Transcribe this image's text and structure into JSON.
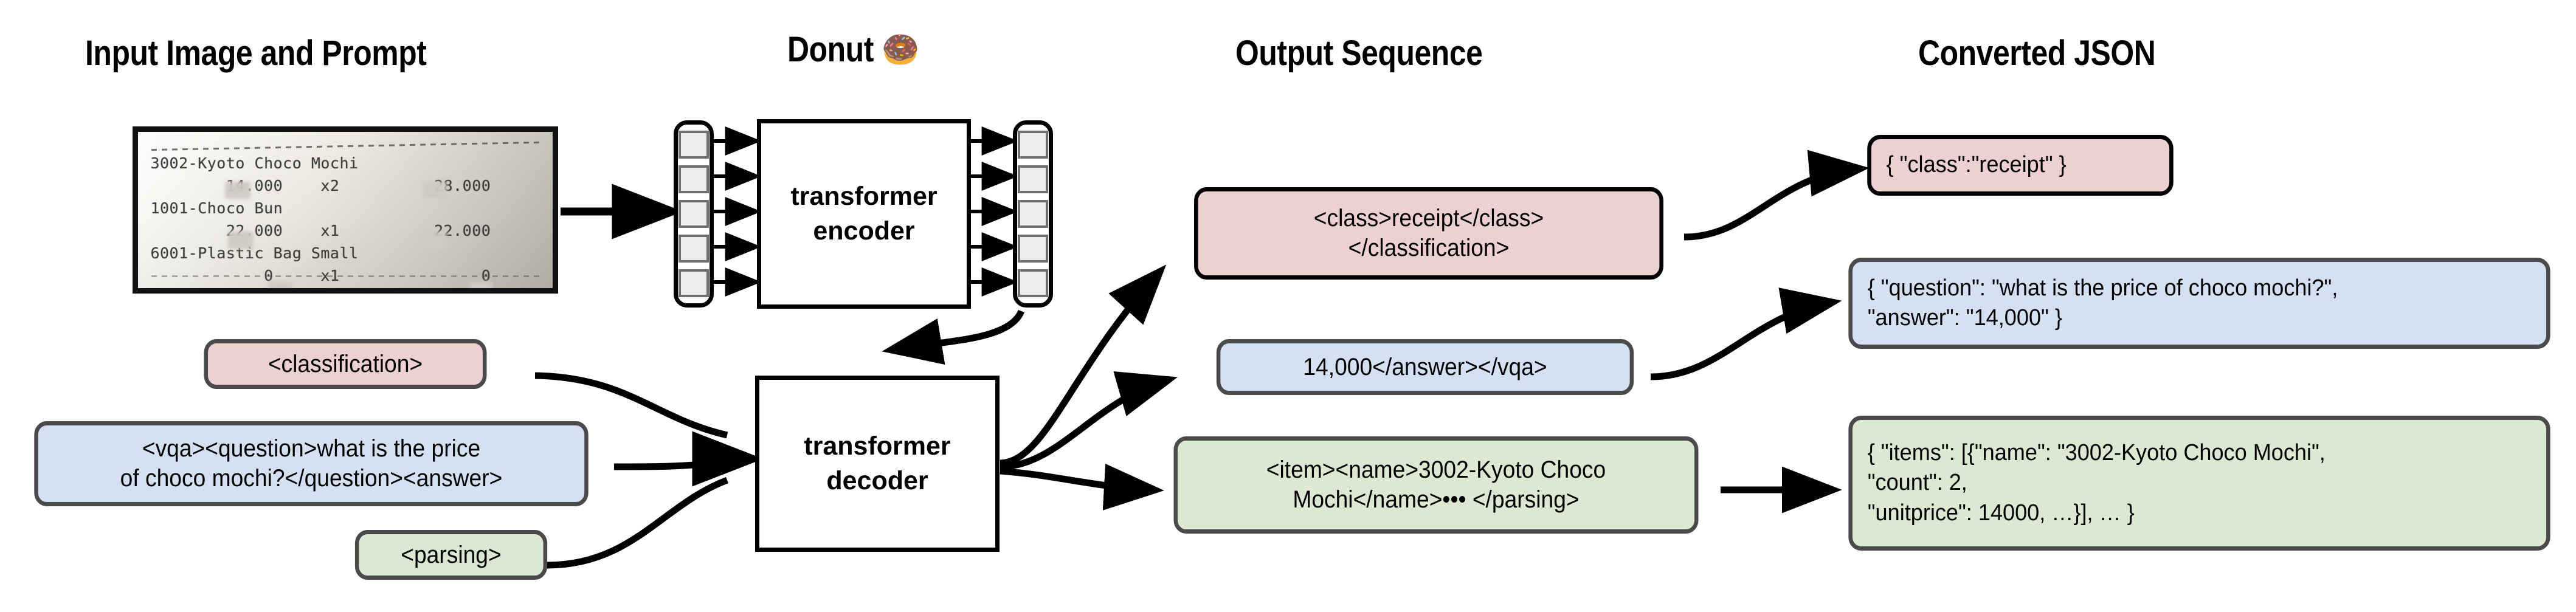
{
  "columns": [
    {
      "title": "Input Image and Prompt"
    },
    {
      "title": "Donut 🍩"
    },
    {
      "title": "Output Sequence"
    },
    {
      "title": "Converted JSON"
    }
  ],
  "receipt": {
    "alt": "photo of a thermal printed receipt",
    "lines": [
      "3002-Kyoto Choco Mochi",
      "        14.000    x2          28.000",
      "1001-Choco Bun",
      "        22.000    x1          22.000",
      "6001-Plastic Bag Small",
      "            0     x1               0"
    ],
    "items": [
      {
        "name": "3002-Kyoto Choco Mochi",
        "unitprice": "14.000",
        "count": "x2",
        "price": "28.000"
      },
      {
        "name": "1001-Choco Bun",
        "unitprice": "22.000",
        "count": "x1",
        "price": "22.000"
      },
      {
        "name": "6001-Plastic Bag Small",
        "unitprice": "0",
        "count": "x1",
        "price": "0"
      }
    ]
  },
  "model": {
    "encoder_label": "transformer\nencoder",
    "decoder_label": "transformer\ndecoder",
    "encoder_input_tokens": 5,
    "encoder_output_tokens": 5
  },
  "prompts": [
    {
      "id": "classification",
      "text": "<classification>",
      "color": "#edd0d1"
    },
    {
      "id": "vqa",
      "text": "<vqa><question>what is the price\nof choco mochi?</question><answer>",
      "color": "#d5e1f2"
    },
    {
      "id": "parsing",
      "text": "<parsing>",
      "color": "#dde8d2"
    }
  ],
  "outputs": [
    {
      "id": "classification",
      "text": "<class>receipt</class>\n</classification>",
      "color": "#edd0d1"
    },
    {
      "id": "vqa",
      "text": "14,000</answer></vqa>",
      "color": "#d5e1f2"
    },
    {
      "id": "parsing",
      "text": "<item><name>3002-Kyoto Choco\nMochi</name>••• </parsing>",
      "color": "#dde8d2"
    }
  ],
  "json_results": [
    {
      "id": "classification",
      "text": "{ \"class\":\"receipt\" }",
      "color": "#edd0d1"
    },
    {
      "id": "vqa",
      "text": "{ \"question\": \"what is the price of choco mochi?\",\n   \"answer\": \"14,000\" }",
      "color": "#d5e1f2"
    },
    {
      "id": "parsing",
      "text": "{ \"items\": [{\"name\": \"3002-Kyoto Choco Mochi\",\n      \"count\": 2,\n      \"unitprice\": 14000, …}], … }",
      "color": "#dde8d2"
    }
  ],
  "palette": {
    "pink": "#edd0d1",
    "blue": "#d5e1f2",
    "green": "#dde8d2",
    "stroke": "#000000",
    "box_border_gray": "#4a4a4a",
    "token_fill": "#ececec",
    "token_border": "#6f6f6f"
  }
}
